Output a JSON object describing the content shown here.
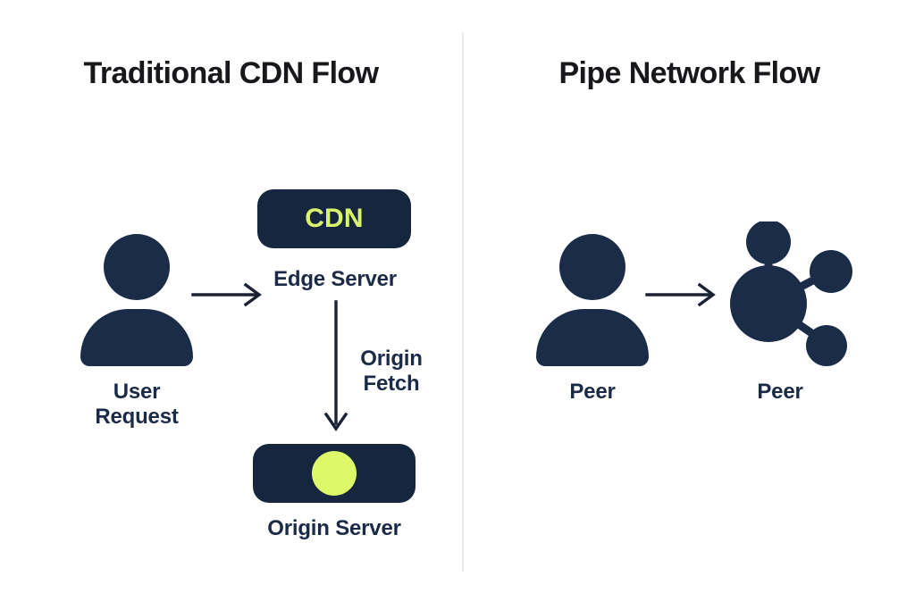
{
  "meta": {
    "background_color": "#ffffff",
    "navy": "#1b2c49",
    "accent_lime": "#ddf96a",
    "title_color": "#17181b",
    "divider_color": "#e9e9ec"
  },
  "panels": {
    "left": {
      "title": "Traditional CDN Flow",
      "nodes": {
        "user": {
          "label": "User\nRequest",
          "icon": "person-icon"
        },
        "edge": {
          "badge_text": "CDN",
          "label": "Edge Server",
          "icon": "cdn-badge"
        },
        "origin": {
          "label": "Origin Server",
          "icon": "origin-server-badge"
        }
      },
      "edges": {
        "user_to_edge": {
          "label": "",
          "direction": "right",
          "icon": "arrow-right-icon"
        },
        "edge_to_origin": {
          "label": "Origin\nFetch",
          "direction": "down",
          "icon": "arrow-down-icon"
        }
      }
    },
    "right": {
      "title": "Pipe Network Flow",
      "nodes": {
        "peer_left": {
          "label": "Peer",
          "icon": "person-icon"
        },
        "peer_right": {
          "label": "Peer",
          "icon": "network-node-icon"
        }
      },
      "edges": {
        "peer_to_peer": {
          "label": "",
          "direction": "right",
          "icon": "arrow-right-icon"
        }
      }
    }
  }
}
